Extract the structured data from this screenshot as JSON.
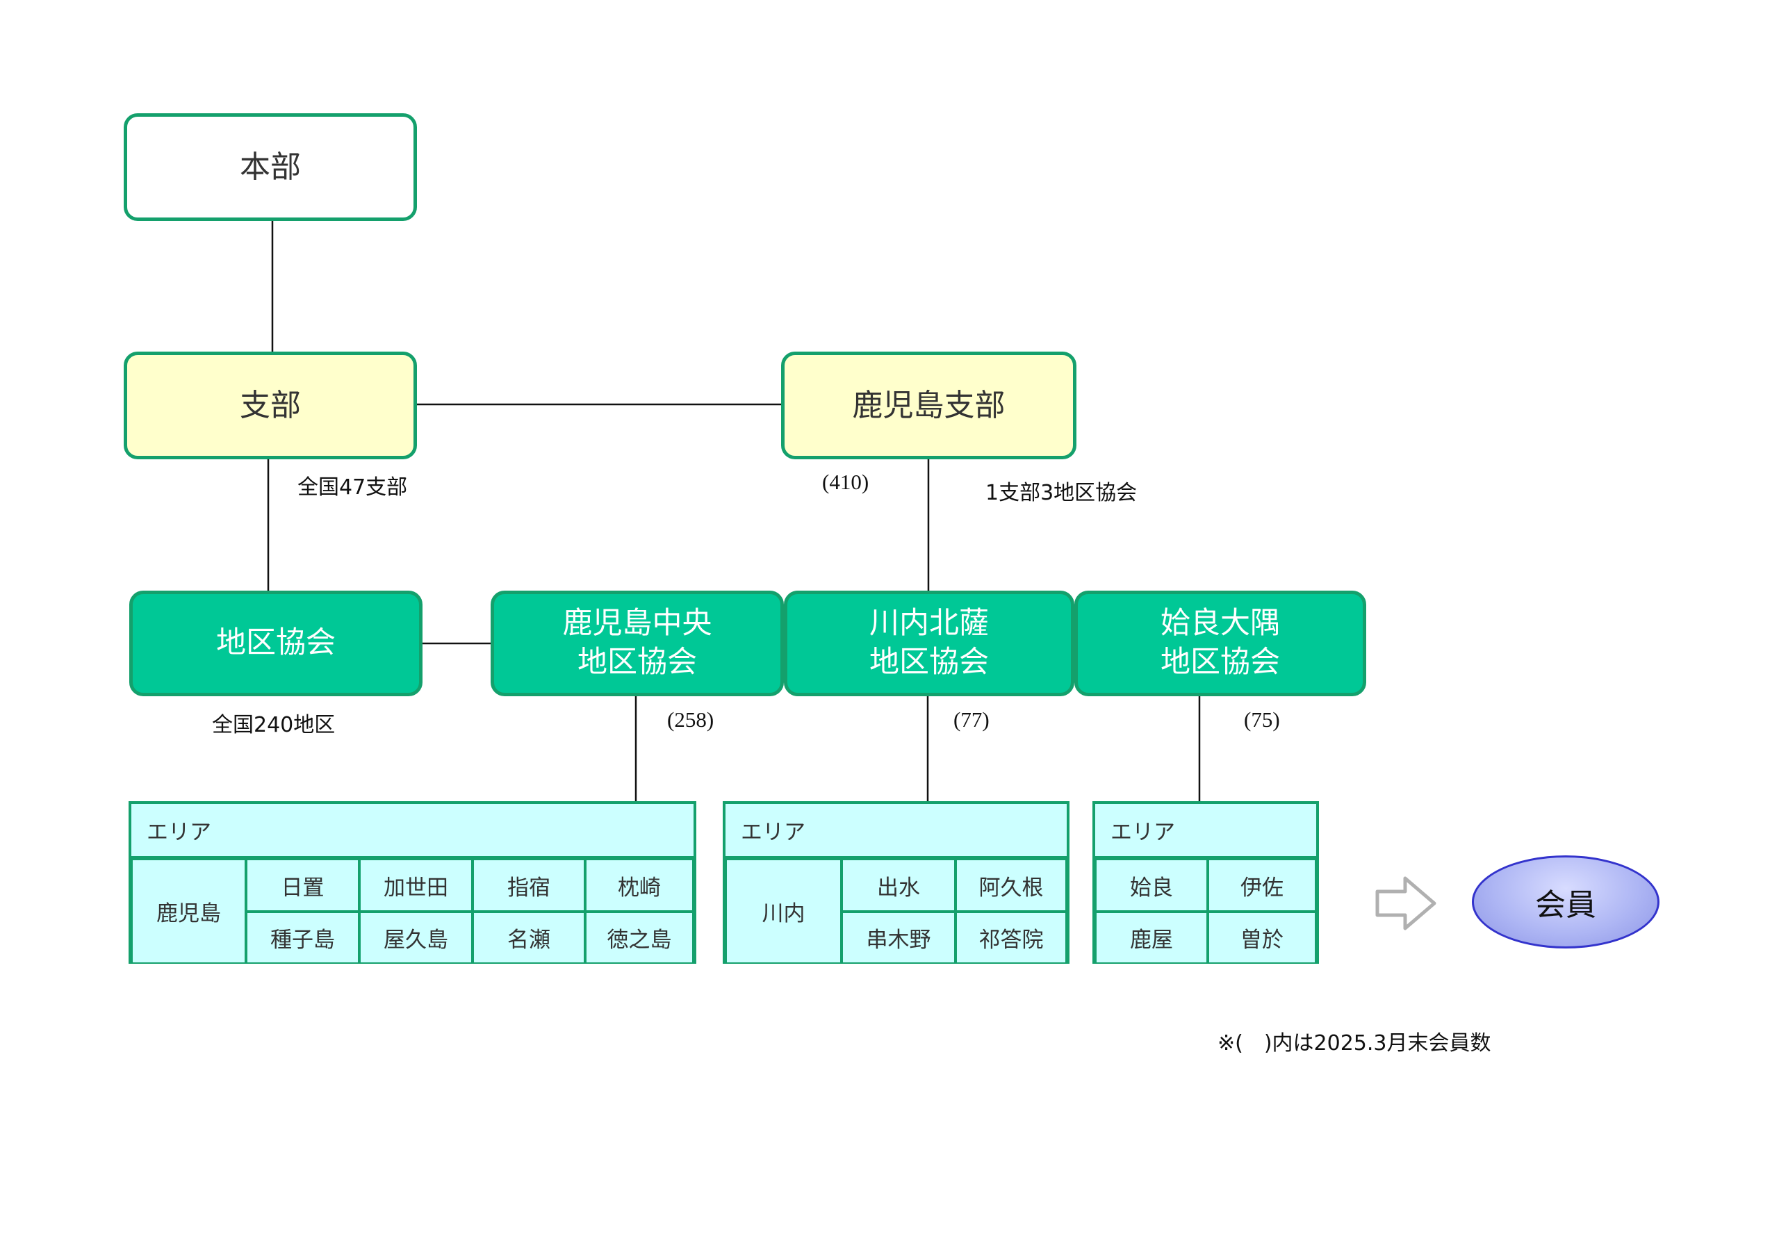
{
  "boxes": {
    "honbu": "本部",
    "shibu": "支部",
    "kagoshima_shibu": "鹿児島支部",
    "chiku_kyokai": "地区協会",
    "chuo_line1": "鹿児島中央",
    "chuo_line2": "地区協会",
    "hokusatsu_line1": "川内北薩",
    "hokusatsu_line2": "地区協会",
    "aira_line1": "姶良大隅",
    "aira_line2": "地区協会",
    "member": "会員"
  },
  "labels": {
    "shibu_count": "全国47支部",
    "chiku_count": "全国240地区",
    "kagoshima_count": "(410)",
    "kagoshima_structure": "1支部3地区協会",
    "chuo_count": "(258)",
    "hokusatsu_count": "(77)",
    "aira_count": "(75)",
    "footnote": "※(　)内は2025.3月末会員数"
  },
  "areas": [
    {
      "header": "エリア",
      "main": "鹿児島",
      "rows": [
        [
          "日置",
          "加世田",
          "指宿",
          "枕崎"
        ],
        [
          "種子島",
          "屋久島",
          "名瀬",
          "徳之島"
        ]
      ]
    },
    {
      "header": "エリア",
      "main": "川内",
      "rows": [
        [
          "出水",
          "阿久根"
        ],
        [
          "串木野",
          "祁答院"
        ]
      ]
    },
    {
      "header": "エリア",
      "rows": [
        [
          "姶良",
          "伊佐"
        ],
        [
          "鹿屋",
          "曽於"
        ]
      ]
    }
  ],
  "colors": {
    "border_green": "#14a06c",
    "kyokai_fill": "#00c896",
    "shibu_fill": "#ffffcc",
    "area_fill": "#ccffff",
    "member_fill": "#aeb6f4"
  }
}
